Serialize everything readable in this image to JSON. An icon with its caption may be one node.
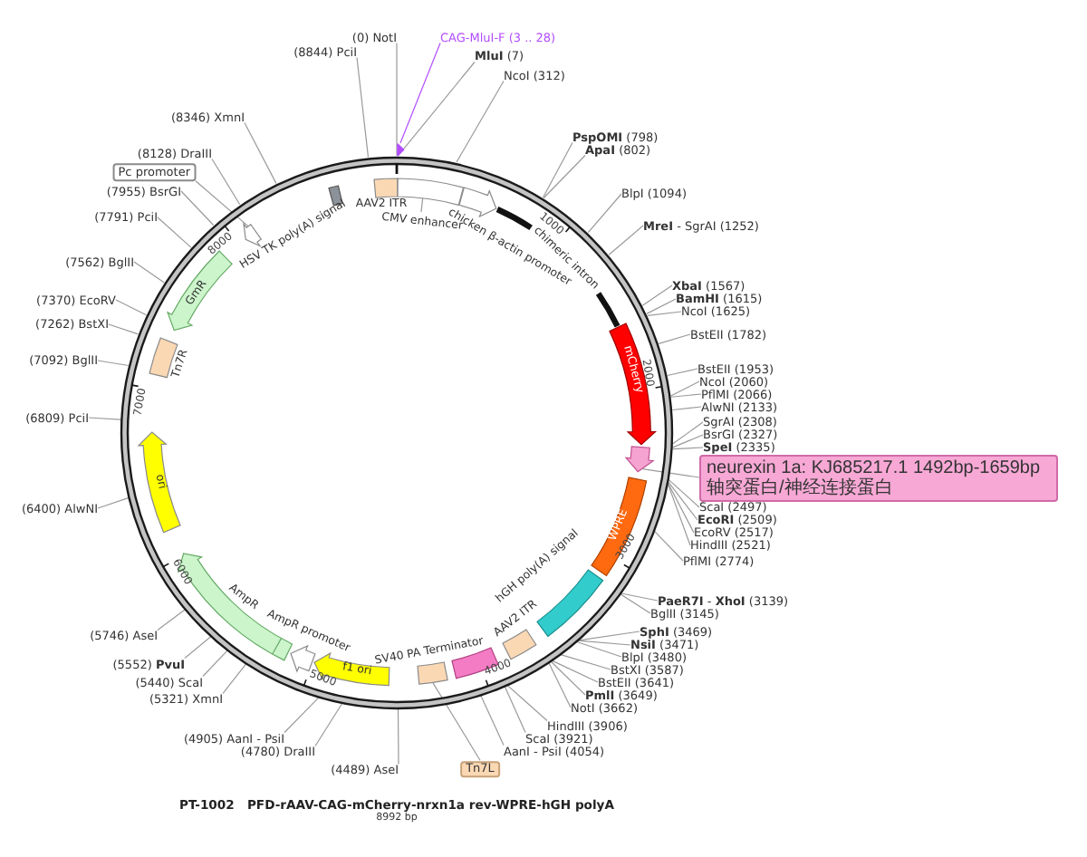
{
  "diagram": {
    "title": "PT-1002   PFD-rAAV-CAG-mCherry-nrxn1a rev-WPRE-hGH polyA",
    "caption": "8992 bp",
    "nodes": [
      {
        "text": [],
        "shape": "circle"
      },
      {
        "text": [],
        "shape": "box",
        "beside": [
          "AAV2 ITR"
        ],
        "in": 0
      },
      {
        "text": [],
        "shape": "box",
        "in": 0
      },
      {
        "text": [],
        "shape": "arrow",
        "beside": [
          "chicken β-actin promoter"
        ],
        "in": 0
      },
      {
        "text": [
          "chimeric intron"
        ],
        "in": 0
      },
      {
        "text": [
          "mCherry"
        ],
        "in": 0
      },
      {
        "text": [],
        "shape": "arrow",
        "in": 0
      },
      {
        "text": [
          "WPRE"
        ],
        "in": 0
      },
      {
        "text": [],
        "shape": "box",
        "beside": [
          "hGH poly(A) signal"
        ],
        "in": 0
      },
      {
        "text": [],
        "shape": "box",
        "beside": [
          "AAV2 ITR"
        ],
        "in": 0
      },
      {
        "text": [],
        "shape": "box",
        "beside": [
          "SV40 PA Terminator"
        ],
        "in": 0
      },
      {
        "text": [],
        "shape": "box",
        "in": 0
      },
      {
        "text": [
          "f1 ori"
        ],
        "in": 0
      },
      {
        "text": [],
        "shape": "arrow",
        "beside": [
          "AmpR promoter"
        ],
        "in": 0
      },
      {
        "text": [
          "AmpR"
        ],
        "in": 0
      },
      {
        "text": [
          "ori"
        ],
        "in": 0
      },
      {
        "text": [],
        "shape": "box",
        "beside": [
          "Tn7R"
        ],
        "in": 0
      },
      {
        "text": [
          "GmR"
        ],
        "in": 0
      },
      {
        "text": [],
        "shape": "arrow",
        "in": 0
      },
      {
        "text": [],
        "shape": "box",
        "beside": [
          "HSV TK poly(A) signal"
        ],
        "in": 0
      },
      {
        "text": [],
        "shape": "arrow"
      },
      {
        "text": [
          "CMV enhancer"
        ],
        "in": 0
      },
      {
        "text": [
          "(0) NotI"
        ]
      },
      {
        "text": [
          "(8844) PciI"
        ]
      },
      {
        "text": [
          "CAG-MluI-F (3 .. 28)"
        ]
      },
      {
        "text": [
          "**MluI** (7)"
        ]
      },
      {
        "text": [
          "NcoI (312)"
        ]
      },
      {
        "text": [
          "**PspOMI** (798)"
        ]
      },
      {
        "text": [
          "**ApaI** (802)"
        ]
      },
      {
        "text": [
          "BlpI (1094)"
        ]
      },
      {
        "text": [
          "**MreI** - SgrAI (1252)"
        ]
      },
      {
        "text": [
          "**XbaI** (1567)"
        ]
      },
      {
        "text": [
          "**BamHI** (1615)"
        ]
      },
      {
        "text": [
          "NcoI (1625)"
        ]
      },
      {
        "text": [
          "BstEII (1782)"
        ]
      },
      {
        "text": [
          "BstEII (1953)"
        ]
      },
      {
        "text": [
          "NcoI (2060)"
        ]
      },
      {
        "text": [
          "PflMI (2066)"
        ]
      },
      {
        "text": [
          "AlwNI (2133)"
        ]
      },
      {
        "text": [
          "SgrAI (2308)"
        ]
      },
      {
        "text": [
          "BsrGI (2327)"
        ]
      },
      {
        "text": [
          "**SpeI** (2335)"
        ]
      },
      {
        "text": [
          "neurexin 1a: KJ685217.1 1492bp-1659bp 轴突蛋白/神经连接蛋白"
        ]
      },
      {
        "text": [
          "ScaI (2497)"
        ]
      },
      {
        "text": [
          "**EcoRI** (2509)"
        ]
      },
      {
        "text": [
          "EcoRV (2517)"
        ]
      },
      {
        "text": [
          "HindIII (2521)"
        ]
      },
      {
        "text": [
          "PflMI (2774)"
        ]
      },
      {
        "text": [
          "**PaeR7I** - **XhoI** (3139)"
        ]
      },
      {
        "text": [
          "BglII (3145)"
        ]
      },
      {
        "text": [
          "**SphI** (3469)"
        ]
      },
      {
        "text": [
          "**NsiI** (3471)"
        ]
      },
      {
        "text": [
          "BlpI (3480)"
        ]
      },
      {
        "text": [
          "BstXI (3587)"
        ]
      },
      {
        "text": [
          "BstEII (3641)"
        ]
      },
      {
        "text": [
          "**PmlI** (3649)"
        ]
      },
      {
        "text": [
          "NotI (3662)"
        ]
      },
      {
        "text": [
          "HindIII (3906)"
        ]
      },
      {
        "text": [
          "ScaI (3921)"
        ]
      },
      {
        "text": [
          "AanI - PsiI (4054)"
        ]
      },
      {
        "text": [
          "Tn7L"
        ]
      },
      {
        "text": [
          "(4489) AseI"
        ]
      },
      {
        "text": [
          "(4780) DraIII"
        ]
      },
      {
        "text": [
          "(4905) AanI - PsiI"
        ]
      },
      {
        "text": [
          "(5321) XmnI"
        ]
      },
      {
        "text": [
          "(5440) ScaI"
        ]
      },
      {
        "text": [
          "(5552) **PvuI**"
        ]
      },
      {
        "text": [
          "(5746) AseI"
        ]
      },
      {
        "text": [
          "(6400) AlwNI"
        ]
      },
      {
        "text": [
          "(6809) PciI"
        ]
      },
      {
        "text": [
          "(7092) BglII"
        ]
      },
      {
        "text": [
          "(7262) BstXI"
        ]
      },
      {
        "text": [
          "(7370) EcoRV"
        ]
      },
      {
        "text": [
          "(7562) BglII"
        ]
      },
      {
        "text": [
          "(7791) PciI"
        ]
      },
      {
        "text": [
          "(7955) BsrGI"
        ]
      },
      {
        "text": [
          "Pc promoter"
        ]
      },
      {
        "text": [
          "(8128) DraIII"
        ]
      },
      {
        "text": [
          "(8346) XmnI"
        ]
      }
    ],
    "edges": [
      {
        "from": 21,
        "to": 2,
        "arrow": "none"
      },
      {
        "from": 22,
        "to": 0,
        "arrow": "none"
      },
      {
        "from": 23,
        "to": 0,
        "arrow": "none"
      },
      {
        "from": 24,
        "to": 20,
        "arrow": "none",
        "color": "#b34dff"
      },
      {
        "from": 25,
        "to": 0,
        "arrow": "none"
      },
      {
        "from": 26,
        "to": 0,
        "arrow": "none"
      },
      {
        "from": 27,
        "to": 0,
        "arrow": "none"
      },
      {
        "from": 28,
        "to": 0,
        "arrow": "none"
      },
      {
        "from": 29,
        "to": 0,
        "arrow": "none"
      },
      {
        "from": 30,
        "to": 0,
        "arrow": "none"
      },
      {
        "from": 31,
        "to": 0,
        "arrow": "none"
      },
      {
        "from": 32,
        "to": 0,
        "arrow": "none"
      },
      {
        "from": 33,
        "to": 0,
        "arrow": "none"
      },
      {
        "from": 34,
        "to": 0,
        "arrow": "none"
      },
      {
        "from": 35,
        "to": 0,
        "arrow": "none"
      },
      {
        "from": 36,
        "to": 0,
        "arrow": "none"
      },
      {
        "from": 37,
        "to": 0,
        "arrow": "none"
      },
      {
        "from": 38,
        "to": 0,
        "arrow": "none"
      },
      {
        "from": 39,
        "to": 0,
        "arrow": "none"
      },
      {
        "from": 40,
        "to": 0,
        "arrow": "none"
      },
      {
        "from": 41,
        "to": 0,
        "arrow": "none"
      },
      {
        "from": 42,
        "to": 6,
        "arrow": "none"
      },
      {
        "from": 43,
        "to": 0,
        "arrow": "none"
      },
      {
        "from": 44,
        "to": 0,
        "arrow": "none"
      },
      {
        "from": 45,
        "to": 0,
        "arrow": "none"
      },
      {
        "from": 46,
        "to": 0,
        "arrow": "none"
      },
      {
        "from": 47,
        "to": 0,
        "arrow": "none"
      },
      {
        "from": 48,
        "to": 0,
        "arrow": "none"
      },
      {
        "from": 49,
        "to": 0,
        "arrow": "none"
      },
      {
        "from": 50,
        "to": 0,
        "arrow": "none"
      },
      {
        "from": 51,
        "to": 0,
        "arrow": "none"
      },
      {
        "from": 52,
        "to": 0,
        "arrow": "none"
      },
      {
        "from": 53,
        "to": 0,
        "arrow": "none"
      },
      {
        "from": 54,
        "to": 0,
        "arrow": "none"
      },
      {
        "from": 55,
        "to": 0,
        "arrow": "none"
      },
      {
        "from": 56,
        "to": 0,
        "arrow": "none"
      },
      {
        "from": 57,
        "to": 0,
        "arrow": "none"
      },
      {
        "from": 58,
        "to": 0,
        "arrow": "none"
      },
      {
        "from": 59,
        "to": 0,
        "arrow": "none"
      },
      {
        "from": 60,
        "to": 11,
        "arrow": "none"
      },
      {
        "from": 61,
        "to": 0,
        "arrow": "none"
      },
      {
        "from": 62,
        "to": 0,
        "arrow": "none"
      },
      {
        "from": 63,
        "to": 0,
        "arrow": "none"
      },
      {
        "from": 64,
        "to": 0,
        "arrow": "none"
      },
      {
        "from": 65,
        "to": 0,
        "arrow": "none"
      },
      {
        "from": 66,
        "to": 0,
        "arrow": "none"
      },
      {
        "from": 67,
        "to": 0,
        "arrow": "none"
      },
      {
        "from": 68,
        "to": 0,
        "arrow": "none"
      },
      {
        "from": 69,
        "to": 0,
        "arrow": "none"
      },
      {
        "from": 70,
        "to": 0,
        "arrow": "none"
      },
      {
        "from": 71,
        "to": 0,
        "arrow": "none"
      },
      {
        "from": 72,
        "to": 0,
        "arrow": "none"
      },
      {
        "from": 73,
        "to": 0,
        "arrow": "none"
      },
      {
        "from": 74,
        "to": 0,
        "arrow": "none"
      },
      {
        "from": 75,
        "to": 0,
        "arrow": "none"
      },
      {
        "from": 76,
        "to": 18,
        "arrow": "none"
      },
      {
        "from": 77,
        "to": 0,
        "arrow": "none"
      },
      {
        "from": 78,
        "to": 0,
        "arrow": "none"
      }
    ],
    "labels": [
      "1000",
      "2000",
      "3000",
      "4000",
      "5000",
      "6000",
      "7000",
      "8000"
    ]
  }
}
